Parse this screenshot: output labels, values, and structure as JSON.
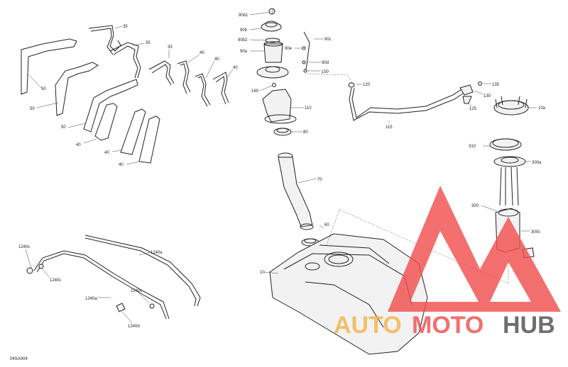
{
  "diagram": {
    "figure_id": "04SA004",
    "callouts": [
      {
        "id": "c-35a",
        "text": "35"
      },
      {
        "id": "c-35b",
        "text": "35"
      },
      {
        "id": "c-35c",
        "text": "35"
      },
      {
        "id": "c-40a",
        "text": "40"
      },
      {
        "id": "c-40b",
        "text": "40"
      },
      {
        "id": "c-40c",
        "text": "40"
      },
      {
        "id": "c-50a",
        "text": "50"
      },
      {
        "id": "c-50b",
        "text": "50"
      },
      {
        "id": "c-50c",
        "text": "50"
      },
      {
        "id": "c-40d",
        "text": "40"
      },
      {
        "id": "c-40e",
        "text": "40"
      },
      {
        "id": "c-40f",
        "text": "40"
      },
      {
        "id": "c-90b1",
        "text": "90b1"
      },
      {
        "id": "c-90b",
        "text": "90b"
      },
      {
        "id": "c-90b2",
        "text": "90b2"
      },
      {
        "id": "c-90a",
        "text": "90a"
      },
      {
        "id": "c-90c",
        "text": "90c"
      },
      {
        "id": "c-90e",
        "text": "90e"
      },
      {
        "id": "c-90d",
        "text": "90d"
      },
      {
        "id": "c-150",
        "text": "150"
      },
      {
        "id": "c-160",
        "text": "160"
      },
      {
        "id": "c-120",
        "text": "120"
      },
      {
        "id": "c-110",
        "text": "110"
      },
      {
        "id": "c-80",
        "text": "80"
      },
      {
        "id": "c-135",
        "text": "135"
      },
      {
        "id": "c-130",
        "text": "130"
      },
      {
        "id": "c-125",
        "text": "125"
      },
      {
        "id": "c-10a",
        "text": "10a"
      },
      {
        "id": "c-115",
        "text": "115"
      },
      {
        "id": "c-310",
        "text": "310"
      },
      {
        "id": "c-300a",
        "text": "300a"
      },
      {
        "id": "c-70",
        "text": "70"
      },
      {
        "id": "c-300",
        "text": "300"
      },
      {
        "id": "c-60",
        "text": "60"
      },
      {
        "id": "c-300c",
        "text": "300c"
      },
      {
        "id": "c-10",
        "text": "10"
      },
      {
        "id": "c-1240c-a",
        "text": "1240c"
      },
      {
        "id": "c-1240e",
        "text": "1240e"
      },
      {
        "id": "c-1240c-b",
        "text": "1240c"
      },
      {
        "id": "c-1240a",
        "text": "1240a"
      },
      {
        "id": "c-1240c-c",
        "text": "1240c"
      },
      {
        "id": "c-1240d",
        "text": "1240d"
      }
    ]
  },
  "watermark": {
    "text_auto": "AUTO",
    "text_moto": "MOTO",
    "text_hub": "HUB",
    "color_primary": "#f0504f",
    "color_secondary": "#f5b54a",
    "color_dark": "#505050"
  }
}
